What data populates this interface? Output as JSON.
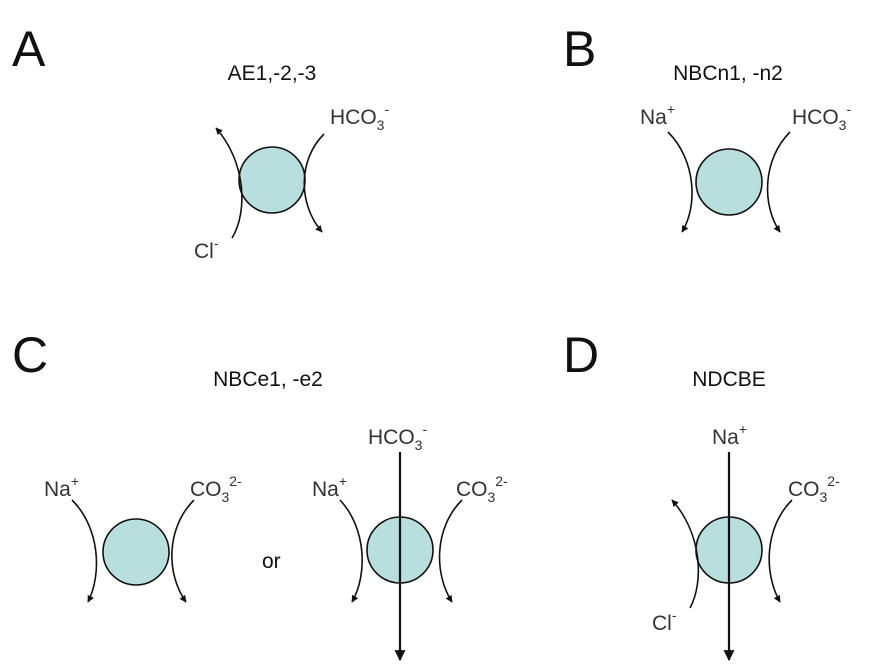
{
  "colors": {
    "transporter_fill": "#b9dede",
    "stroke": "#111111"
  },
  "panels": {
    "A": {
      "letter": "A",
      "name": "AE1,-2,-3"
    },
    "B": {
      "letter": "B",
      "name": "NBCn1, -n2"
    },
    "C": {
      "letter": "C",
      "name": "NBCe1, -e2",
      "or": "or"
    },
    "D": {
      "letter": "D",
      "name": "NDCBE"
    }
  },
  "ions": {
    "cl": {
      "base": "Cl",
      "sub": "",
      "sup": "-"
    },
    "na": {
      "base": "Na",
      "sub": "",
      "sup": "+"
    },
    "hco3": {
      "base": "HCO",
      "sub": "3",
      "sup": "-"
    },
    "co3": {
      "base": "CO",
      "sub": "3",
      "sup": "2-"
    }
  }
}
